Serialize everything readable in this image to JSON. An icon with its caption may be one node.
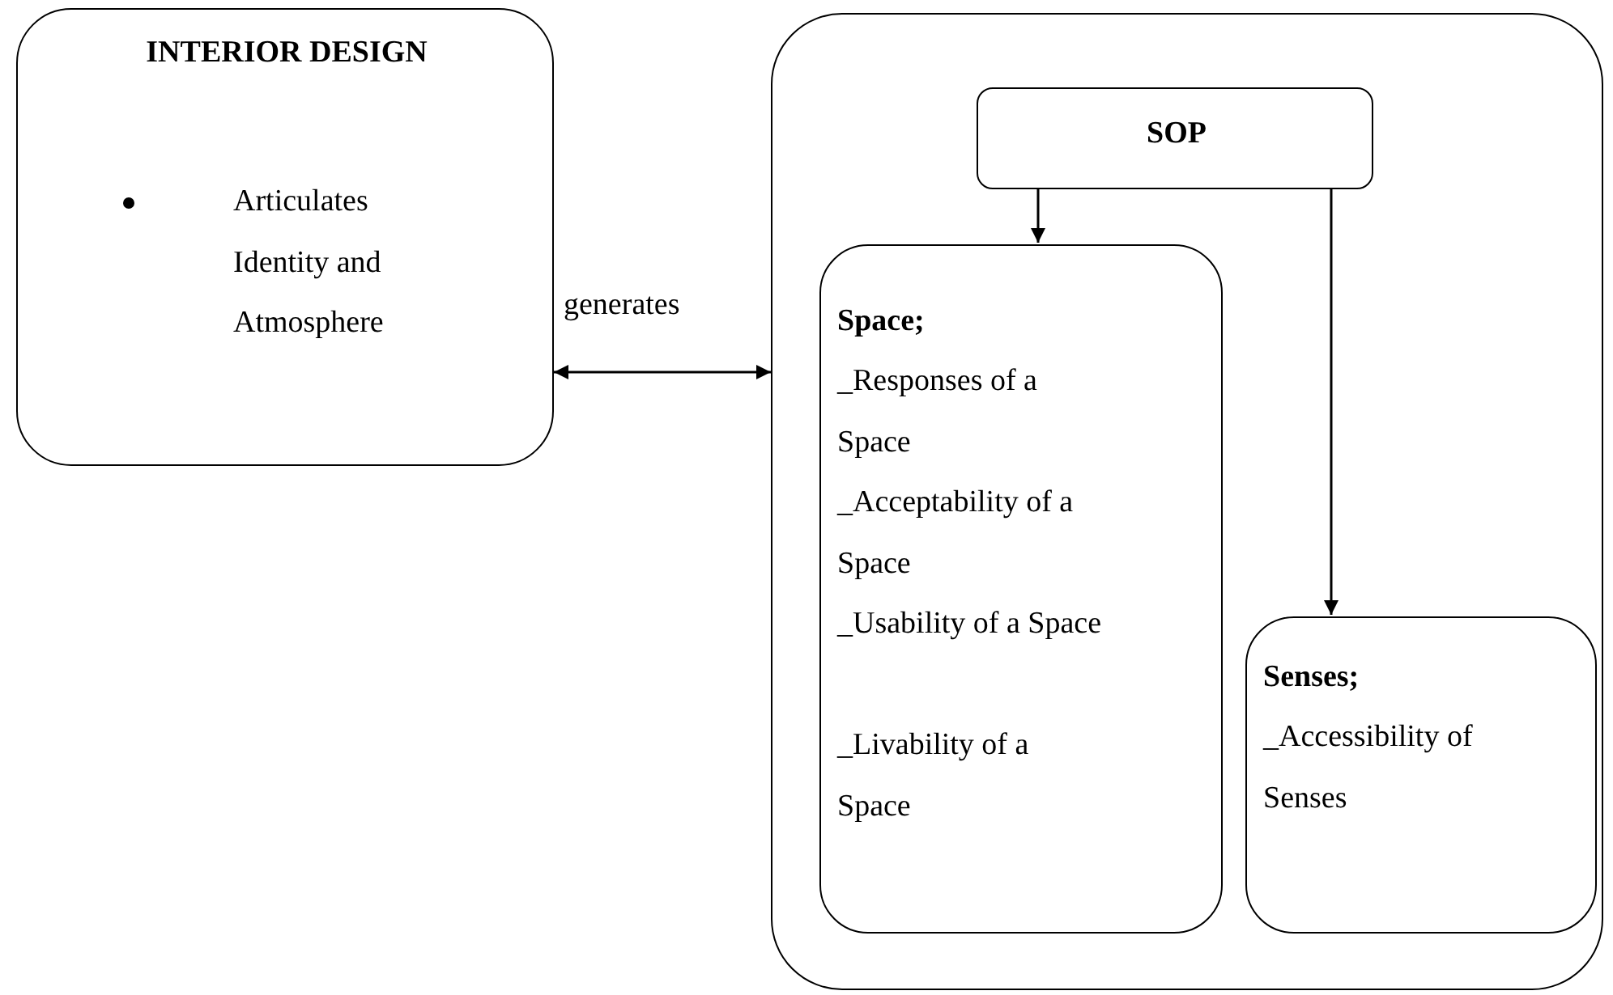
{
  "diagram": {
    "nodes": [
      {
        "text": [
          "INTERIOR DESIGN",
          "Articulates Identity and Atmosphere"
        ]
      },
      {
        "text": [],
        "shape": "box"
      },
      {
        "text": [
          "SOP"
        ],
        "in": 1
      },
      {
        "text": [
          "Space;",
          "_Responses of a Space",
          "_Acceptability of a Space",
          "_Usability of a Space",
          "_Livability of a Space"
        ],
        "in": 1
      },
      {
        "text": [
          "Senses;",
          "_Accessibility of Senses"
        ],
        "in": 1
      }
    ],
    "edges": [
      {
        "from": 0,
        "to": 1,
        "arrow": "both",
        "label": "generates"
      },
      {
        "from": 2,
        "to": 3,
        "arrow": "to"
      },
      {
        "from": 2,
        "to": 4,
        "arrow": "to"
      }
    ]
  }
}
